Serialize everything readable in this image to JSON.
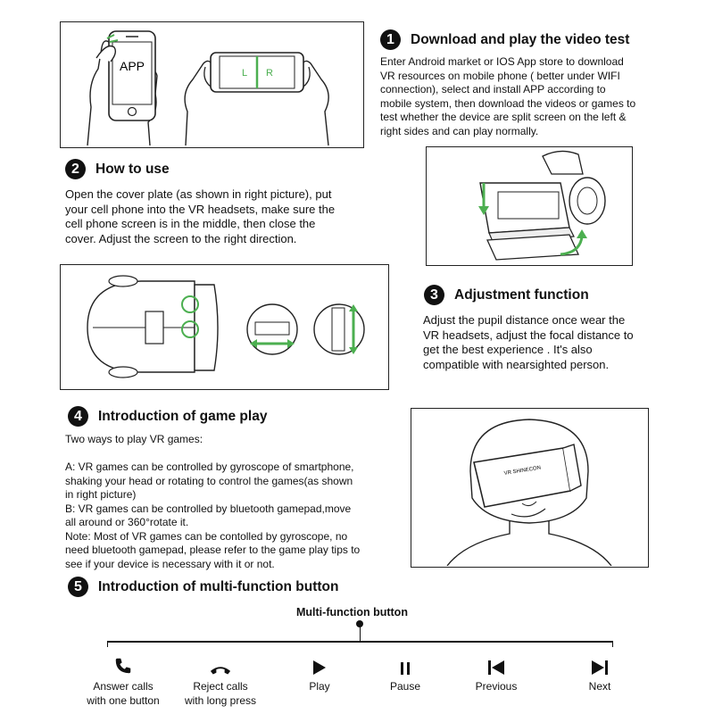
{
  "illustration1": {
    "app_label": "APP",
    "left_label": "L",
    "right_label": "R"
  },
  "step1": {
    "number": "1",
    "title": "Download and play the video test",
    "text": "Enter Android market or IOS App store to download\nVR resources on mobile phone   ( better under WIFI\nconnection), select and install APP according to\nmobile system, then download the videos or games to\ntest whether the device are split screen on the left &\nright sides and can play normally."
  },
  "step2": {
    "number": "2",
    "title": "How to use",
    "text": "Open the cover plate (as shown in right picture), put\nyour cell phone into the VR headsets, make sure the\ncell phone screen is in the middle, then close the\ncover. Adjust the screen to the right direction."
  },
  "step3": {
    "number": "3",
    "title": "Adjustment function",
    "text": "Adjust the pupil distance once wear the\nVR headsets, adjust the focal distance to\nget the best experience . It's also\ncompatible with nearsighted person."
  },
  "step4": {
    "number": "4",
    "title": "Introduction of game play",
    "text": "Two ways to play VR games:\n\nA: VR games can be controlled by gyroscope of smartphone,\nshaking your head or rotating to control the games(as shown\nin right picture)\nB: VR games can be controlled by bluetooth gamepad,move\nall around or 360°rotate it.\nNote: Most of VR games can be contolled by gyroscope, no\nneed bluetooth gamepad, please refer to the game play tips to\nsee if your device is necessary with it or not."
  },
  "headset_brand": "VR SHINECON",
  "step5": {
    "number": "5",
    "title": "Introduction of multi-function button",
    "button_label": "Multi-function button",
    "controls": [
      {
        "label": "Answer calls\nwith one button",
        "icon": "phone-answer-icon"
      },
      {
        "label": "Reject calls\nwith long press",
        "icon": "phone-reject-icon"
      },
      {
        "label": "Play",
        "icon": "play-icon"
      },
      {
        "label": "Pause",
        "icon": "pause-icon"
      },
      {
        "label": "Previous",
        "icon": "previous-icon"
      },
      {
        "label": "Next",
        "icon": "next-icon"
      }
    ]
  },
  "colors": {
    "accent_green": "#4caf50",
    "ink": "#111111"
  }
}
